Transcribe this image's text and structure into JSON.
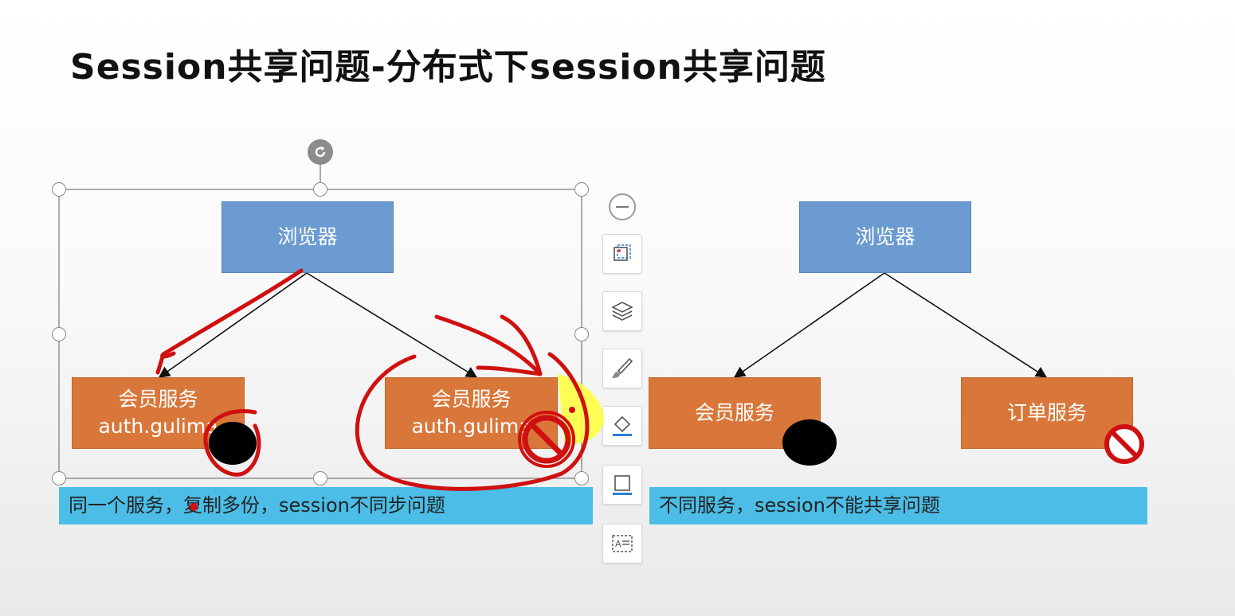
{
  "slide": {
    "title": "Session共享问题-分布式下session共享问题"
  },
  "left_diagram": {
    "browser_label": "浏览器",
    "service_a": {
      "name": "会员服务",
      "domain": "auth.gulima"
    },
    "service_b": {
      "name": "会员服务",
      "domain": "auth.gulima"
    },
    "caption": "同一个服务，复制多份，session不同步问题"
  },
  "right_diagram": {
    "browser_label": "浏览器",
    "service_a": {
      "name": "会员服务"
    },
    "service_b": {
      "name": "订单服务"
    },
    "caption": "不同服务，session不能共享问题"
  },
  "toolbar": {
    "buttons": [
      {
        "icon": "crop-icon"
      },
      {
        "icon": "layers-icon"
      },
      {
        "icon": "brush-icon"
      },
      {
        "icon": "fill-bucket-icon"
      },
      {
        "icon": "border-icon"
      },
      {
        "icon": "text-frame-icon"
      }
    ],
    "collapse_icon": "minus-circle-icon"
  },
  "colors": {
    "browser_box": "#6b9bd1",
    "service_box": "#d9773a",
    "caption_bar": "#4bbde6",
    "annotation_red": "#d01010",
    "highlighter_yellow": "#ffff3a"
  }
}
